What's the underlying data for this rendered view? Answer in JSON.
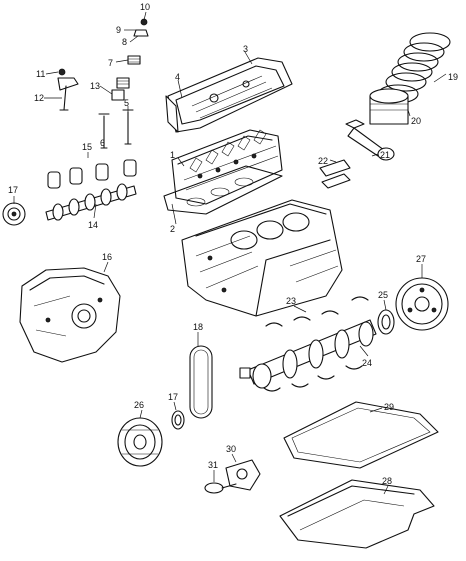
{
  "diagram": {
    "callouts": [
      "1",
      "2",
      "3",
      "4",
      "5",
      "6",
      "7",
      "8",
      "9",
      "10",
      "11",
      "12",
      "13",
      "14",
      "15",
      "16",
      "17",
      "17",
      "18",
      "19",
      "20",
      "21",
      "22",
      "23",
      "24",
      "25",
      "26",
      "27",
      "28",
      "29",
      "30",
      "31"
    ]
  }
}
